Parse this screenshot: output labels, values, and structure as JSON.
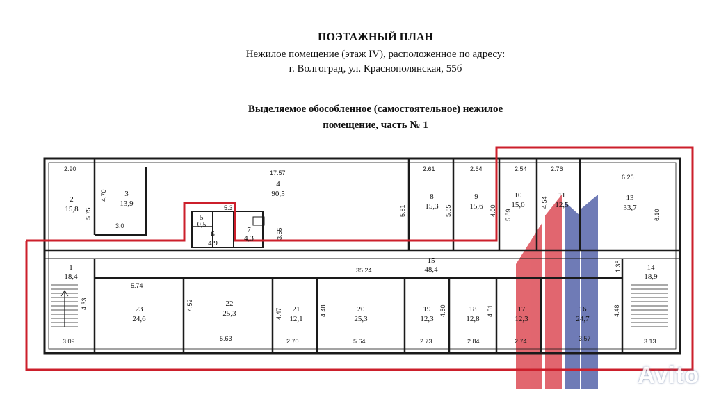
{
  "header": {
    "title": "ПОЭТАЖНЫЙ ПЛАН",
    "subtitle_line1": "Нежилое помещение (этаж IV), расположенное по адресу:",
    "subtitle_line2": "г. Волгоград, ул. Краснополянская, 55б",
    "part_line1": "Выделяемое обособленное (самостоятельное) нежилое",
    "part_line2": "помещение, часть № 1"
  },
  "colors": {
    "wall": "#1a1a1a",
    "highlight": "#cc1f2b",
    "watermark_red": "#d8343f",
    "watermark_blue": "#3f4f9e"
  },
  "rooms": [
    {
      "id": "2",
      "area": "15,8"
    },
    {
      "id": "3",
      "area": "13,9"
    },
    {
      "id": "4",
      "area": "90,5"
    },
    {
      "id": "5",
      "area": "0,5"
    },
    {
      "id": "6",
      "area": "4,9"
    },
    {
      "id": "7",
      "area": "4,3"
    },
    {
      "id": "8",
      "area": "15,3"
    },
    {
      "id": "9",
      "area": "15,6"
    },
    {
      "id": "10",
      "area": "15,0"
    },
    {
      "id": "11",
      "area": "12,5"
    },
    {
      "id": "13",
      "area": "33,7"
    },
    {
      "id": "1",
      "area": "18,4"
    },
    {
      "id": "15",
      "area": "48,4"
    },
    {
      "id": "14",
      "area": "18,9"
    },
    {
      "id": "23",
      "area": "24,6"
    },
    {
      "id": "22",
      "area": "25,3"
    },
    {
      "id": "21",
      "area": "12,1"
    },
    {
      "id": "20",
      "area": "25,3"
    },
    {
      "id": "19",
      "area": "12,3"
    },
    {
      "id": "18",
      "area": "12,8"
    },
    {
      "id": "17",
      "area": "12,3"
    },
    {
      "id": "16",
      "area": "24,7"
    }
  ],
  "dimensions": [
    "2.90",
    "4.70",
    "5.75",
    "3.0",
    "17.57",
    "5.3",
    "3.55",
    "2.61",
    "2.64",
    "5.81",
    "5.85",
    "4.00",
    "2.54",
    "2.76",
    "6.26",
    "5.89",
    "4.54",
    "6.10",
    "35.24",
    "5.74",
    "4.33",
    "4.52",
    "4.47",
    "4.48",
    "4.50",
    "4.51",
    "4.48",
    "1.38",
    "3.09",
    "5.63",
    "2.70",
    "5.64",
    "2.73",
    "2.84",
    "2.74",
    "3.57",
    "3.13"
  ],
  "watermark": "Avito"
}
